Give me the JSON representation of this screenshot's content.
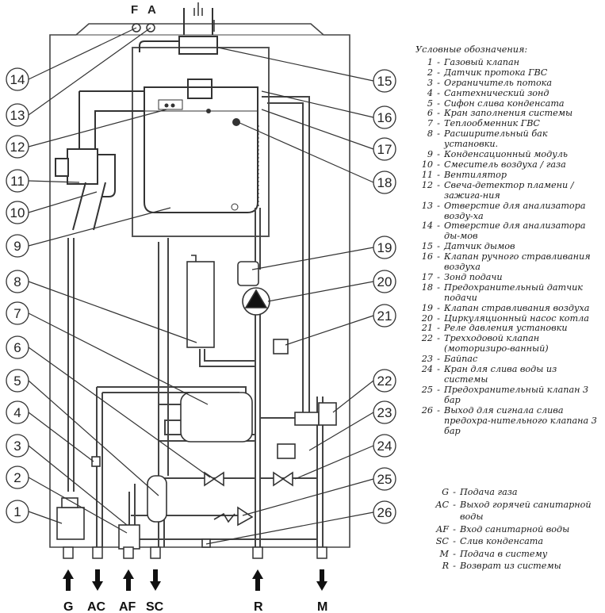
{
  "top_ports": {
    "f": "F",
    "a": "A"
  },
  "bottom_ports": [
    "G",
    "AC",
    "AF",
    "SC",
    "R",
    "M"
  ],
  "callout_numbers": [
    "1",
    "2",
    "3",
    "4",
    "5",
    "6",
    "7",
    "8",
    "9",
    "10",
    "11",
    "12",
    "13",
    "14",
    "15",
    "16",
    "17",
    "18",
    "19",
    "20",
    "21",
    "22",
    "23",
    "24",
    "25",
    "26"
  ],
  "legend": {
    "title": "Условные обозначения:",
    "items": [
      {
        "k": "1",
        "t": "Газовый клапан"
      },
      {
        "k": "2",
        "t": "Датчик протока ГВС"
      },
      {
        "k": "3",
        "t": "Ограничитель потока"
      },
      {
        "k": "4",
        "t": "Сантехнический зонд"
      },
      {
        "k": "5",
        "t": "Сифон слива конденсата"
      },
      {
        "k": "6",
        "t": "Кран заполнения системы"
      },
      {
        "k": "7",
        "t": "Теплообменник ГВС"
      },
      {
        "k": "8",
        "t": "Расширительный бак установки."
      },
      {
        "k": "9",
        "t": "Конденсационный модуль"
      },
      {
        "k": "10",
        "t": "Смеситель воздуха / газа"
      },
      {
        "k": "11",
        "t": "Вентилятор"
      },
      {
        "k": "12",
        "t": "Свеча-детектор пламени / зажига-ния"
      },
      {
        "k": "13",
        "t": "Отверстие для анализатора возду-ха"
      },
      {
        "k": "14",
        "t": "Отверстие для анализатора ды-мов"
      },
      {
        "k": "15",
        "t": "Датчик дымов"
      },
      {
        "k": "16",
        "t": "Клапан ручного стравливания воздуха"
      },
      {
        "k": "17",
        "t": "Зонд подачи"
      },
      {
        "k": "18",
        "t": "Предохранительный датчик подачи"
      },
      {
        "k": "19",
        "t": "Клапан стравливания воздуха"
      },
      {
        "k": "20",
        "t": "Циркуляционный насос котла"
      },
      {
        "k": "21",
        "t": "Реле давления установки"
      },
      {
        "k": "22",
        "t": "Трехходовой клапан (моторизиро-ванный)"
      },
      {
        "k": "23",
        "t": "Байпас"
      },
      {
        "k": "24",
        "t": "Кран для слива воды из системы"
      },
      {
        "k": "25",
        "t": "Предохранительный клапан 3 бар"
      },
      {
        "k": "26",
        "t": "Выход для сигнала слива предохра-нительного клапана 3 бар"
      }
    ]
  },
  "ports_legend": [
    {
      "k": "G",
      "t": "Подача газа"
    },
    {
      "k": "AC",
      "t": "Выход горячей санитарной воды"
    },
    {
      "k": "AF",
      "t": "Вход санитарной воды"
    },
    {
      "k": "SC",
      "t": "Слив конденсата"
    },
    {
      "k": "M",
      "t": "Подача в систему"
    },
    {
      "k": "R",
      "t": "Возврат из системы"
    }
  ]
}
